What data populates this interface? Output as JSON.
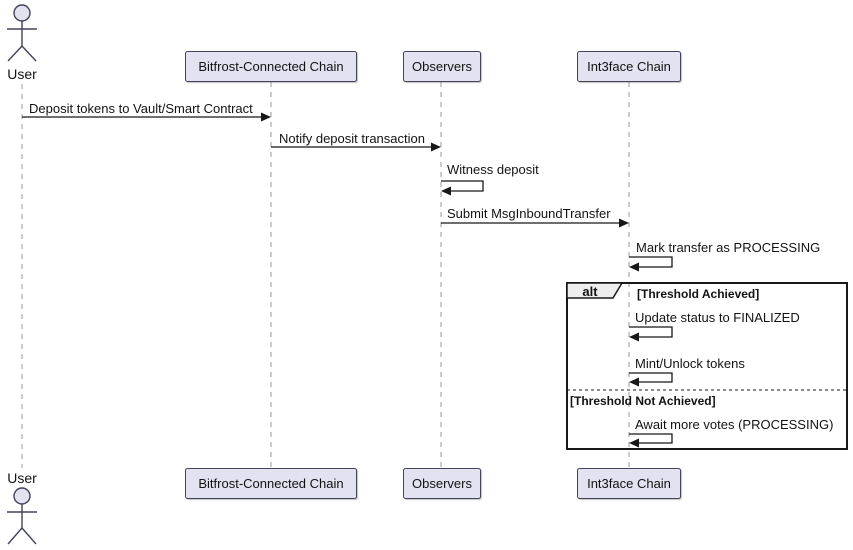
{
  "diagram_type": "uml-sequence",
  "actor": {
    "name": "User"
  },
  "participants": [
    {
      "name": "Bitfrost-Connected Chain"
    },
    {
      "name": "Observers"
    },
    {
      "name": "Int3face Chain"
    }
  ],
  "messages": [
    {
      "text": "Deposit tokens to Vault/Smart Contract",
      "from": "User",
      "to": "Bitfrost-Connected Chain"
    },
    {
      "text": "Notify deposit transaction",
      "from": "Bitfrost-Connected Chain",
      "to": "Observers"
    },
    {
      "text": "Witness deposit",
      "from": "Observers",
      "to": "Observers"
    },
    {
      "text": "Submit MsgInboundTransfer",
      "from": "Observers",
      "to": "Int3face Chain"
    },
    {
      "text": "Mark transfer as PROCESSING",
      "from": "Int3face Chain",
      "to": "Int3face Chain"
    },
    {
      "text": "Update status to FINALIZED",
      "from": "Int3face Chain",
      "to": "Int3face Chain"
    },
    {
      "text": "Mint/Unlock tokens",
      "from": "Int3face Chain",
      "to": "Int3face Chain"
    },
    {
      "text": "Await more votes (PROCESSING)",
      "from": "Int3face Chain",
      "to": "Int3face Chain"
    }
  ],
  "alt_fragment": {
    "operator": "alt",
    "conditions": [
      "[Threshold Achieved]",
      "[Threshold Not Achieved]"
    ]
  },
  "icons": {
    "actor": "stick-figure-icon"
  },
  "colors": {
    "background": "#FFFFFF",
    "participant_fill": "#E2E2F0",
    "participant_border": "#43435A",
    "lifeline": "#999999",
    "line": "#181818",
    "fragment_tab_fill": "#EEEEEE"
  }
}
